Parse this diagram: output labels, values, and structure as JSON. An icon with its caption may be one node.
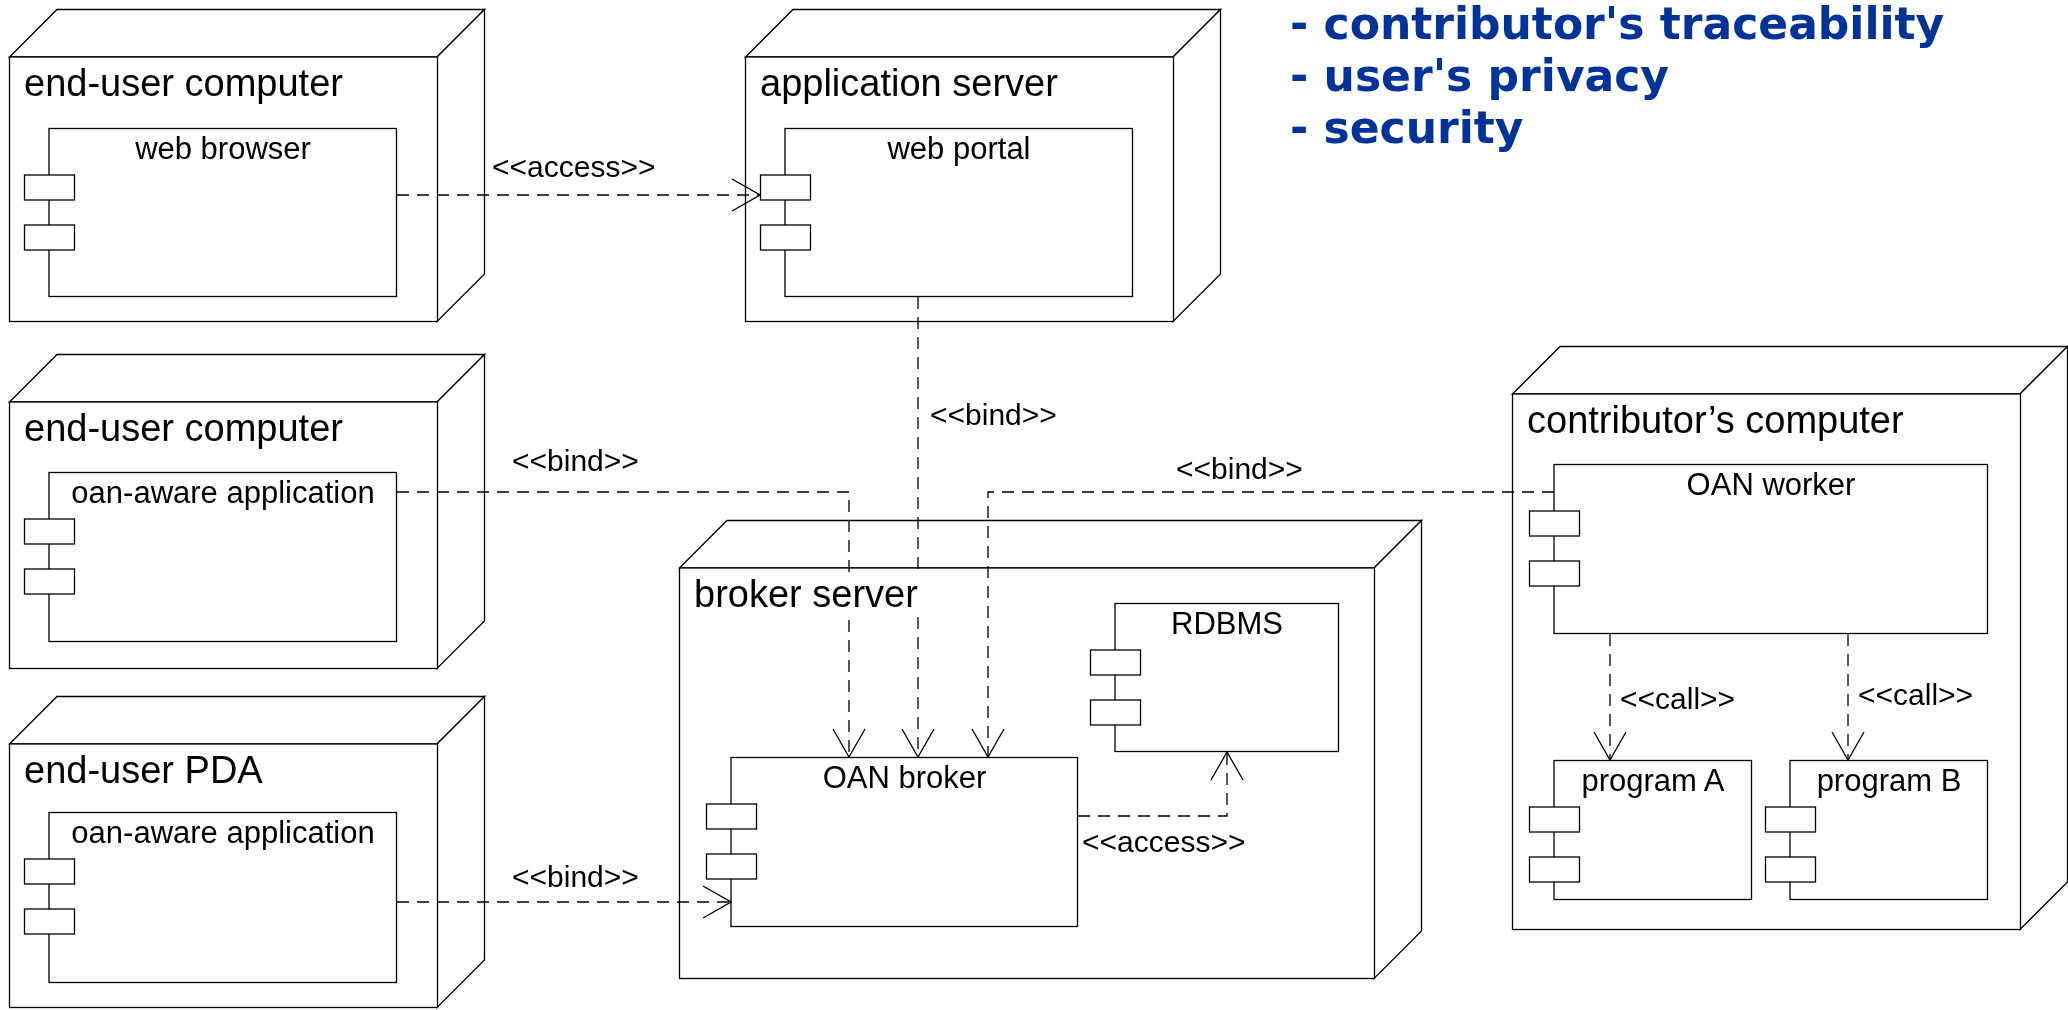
{
  "diagram": {
    "nodes": [
      {
        "text": [
          "end-user computer"
        ]
      },
      {
        "text": [
          "web browser"
        ],
        "in": 0
      },
      {
        "text": [
          "application server"
        ]
      },
      {
        "text": [
          "web portal"
        ],
        "in": 2
      },
      {
        "text": [
          "end-user computer"
        ]
      },
      {
        "text": [
          "oan-aware application"
        ],
        "in": 4
      },
      {
        "text": [
          "end-user PDA"
        ]
      },
      {
        "text": [
          "oan-aware application"
        ],
        "in": 6
      },
      {
        "text": [
          "broker server"
        ]
      },
      {
        "text": [
          "RDBMS"
        ],
        "in": 8
      },
      {
        "text": [
          "OAN broker"
        ],
        "in": 8
      },
      {
        "text": [
          "contributor’s computer"
        ]
      },
      {
        "text": [
          "OAN worker"
        ],
        "in": 11
      },
      {
        "text": [
          "program A"
        ],
        "in": 11
      },
      {
        "text": [
          "program B"
        ],
        "in": 11
      }
    ],
    "edges": [
      {
        "from": 1,
        "to": 3,
        "arrow": "to",
        "label": "<<access>>"
      },
      {
        "from": 3,
        "to": 10,
        "arrow": "to",
        "label": "<<bind>>"
      },
      {
        "from": 5,
        "to": 10,
        "arrow": "to",
        "label": "<<bind>>"
      },
      {
        "from": 12,
        "to": 10,
        "arrow": "to",
        "label": "<<bind>>"
      },
      {
        "from": 7,
        "to": 10,
        "arrow": "to",
        "label": "<<bind>>"
      },
      {
        "from": 10,
        "to": 9,
        "arrow": "to",
        "label": "<<access>>"
      },
      {
        "from": 12,
        "to": 13,
        "arrow": "to",
        "label": "<<call>>"
      },
      {
        "from": 12,
        "to": 14,
        "arrow": "to",
        "label": "<<call>>"
      }
    ],
    "labels": [
      "- contributor's traceability",
      "- user's privacy",
      "- security"
    ]
  }
}
